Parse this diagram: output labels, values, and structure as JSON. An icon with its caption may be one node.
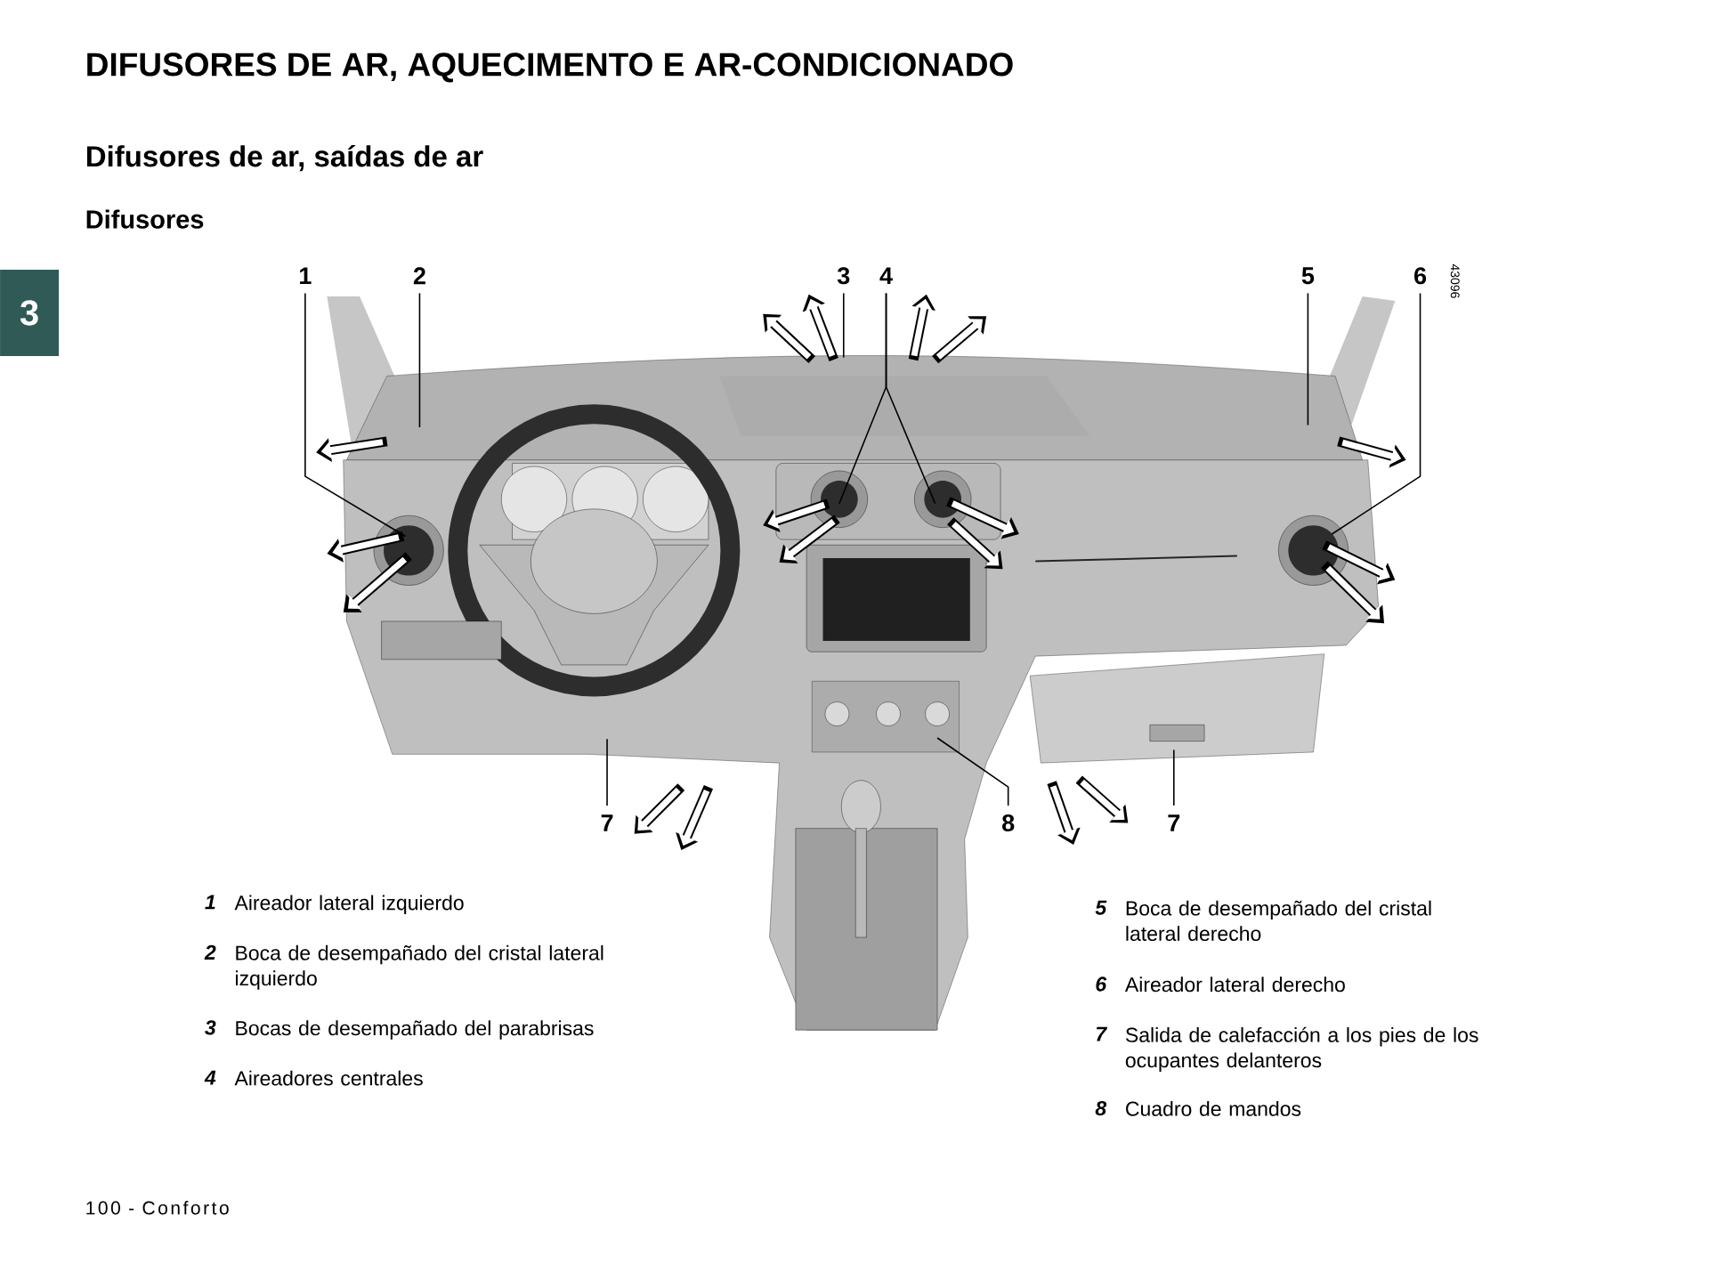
{
  "diagram": {
    "title": "DIFUSORES DE AR, AQUECIMENTO E AR-CONDICIONADO",
    "nodes": [
      {
        "text": [
          "3"
        ]
      },
      {
        "text": [
          "1"
        ]
      },
      {
        "text": [
          "2"
        ]
      },
      {
        "text": [
          "3"
        ]
      },
      {
        "text": [
          "4"
        ]
      },
      {
        "text": [
          "5"
        ]
      },
      {
        "text": [
          "6"
        ]
      },
      {
        "text": [
          "7"
        ]
      },
      {
        "text": [
          "8"
        ]
      },
      {
        "text": [
          "7"
        ]
      }
    ],
    "edges": [
      {
        "from": 1,
        "to": null,
        "arrow": "none"
      },
      {
        "from": 2,
        "to": null,
        "arrow": "none"
      },
      {
        "from": 3,
        "to": null,
        "arrow": "none"
      },
      {
        "from": 4,
        "to": null,
        "arrow": "none"
      },
      {
        "from": 4,
        "to": null,
        "arrow": "none"
      },
      {
        "from": 5,
        "to": null,
        "arrow": "none"
      },
      {
        "from": 6,
        "to": null,
        "arrow": "none"
      },
      {
        "from": 7,
        "to": null,
        "arrow": "none"
      },
      {
        "from": 8,
        "to": null,
        "arrow": "none"
      },
      {
        "from": 9,
        "to": null,
        "arrow": "none"
      }
    ],
    "labels": [
      "Difusores de ar, saídas de ar",
      "Difusores",
      "43096",
      "1",
      "Aireador lateral izquierdo",
      "2",
      "Boca de desempañado del cristal lateral izquierdo",
      "3",
      "Bocas de desempañado del parabrisas",
      "4",
      "Aireadores centrales",
      "5",
      "Boca de desempañado del cristal lateral derecho",
      "6",
      "Aireador lateral derecho",
      "7",
      "Salida de calefacción a los pies de los ocupantes delanteros",
      "8",
      "Cuadro de mandos",
      "100 - Conforto"
    ]
  }
}
